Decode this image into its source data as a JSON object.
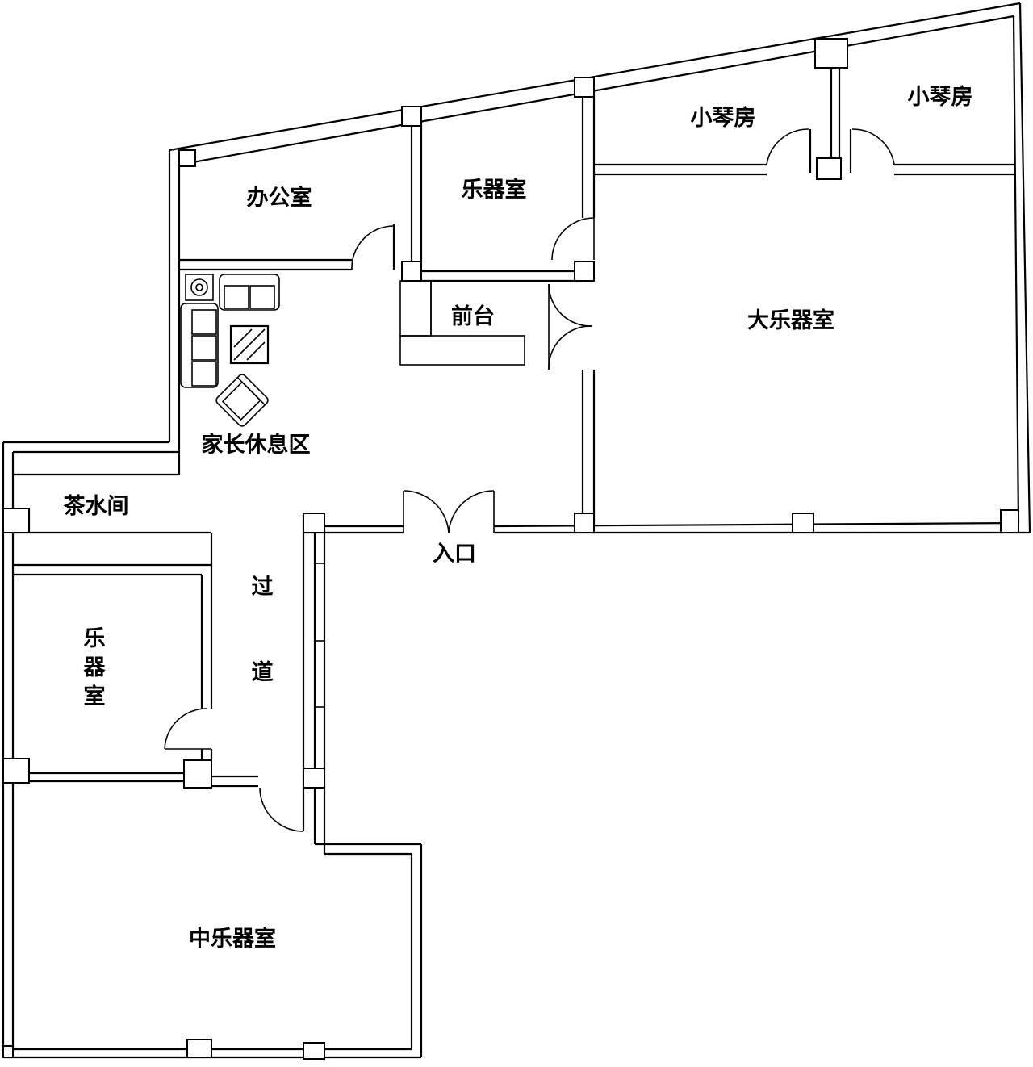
{
  "rooms": {
    "office": "办公室",
    "instrument_room_top": "乐器室",
    "piano_room_1": "小琴房",
    "piano_room_2": "小琴房",
    "front_desk": "前台",
    "large_instrument_room": "大乐器室",
    "parent_lounge": "家长休息区",
    "tea_room": "茶水间",
    "entrance": "入口",
    "corridor_1": "过",
    "corridor_2": "道",
    "instrument_room_left_1": "乐",
    "instrument_room_left_2": "器",
    "instrument_room_left_3": "室",
    "medium_instrument_room": "中乐器室"
  },
  "icons": {
    "stove": "stove-icon",
    "sofa": "sofa-icon",
    "table": "coffee-table-icon",
    "armchair": "armchair-icon"
  }
}
